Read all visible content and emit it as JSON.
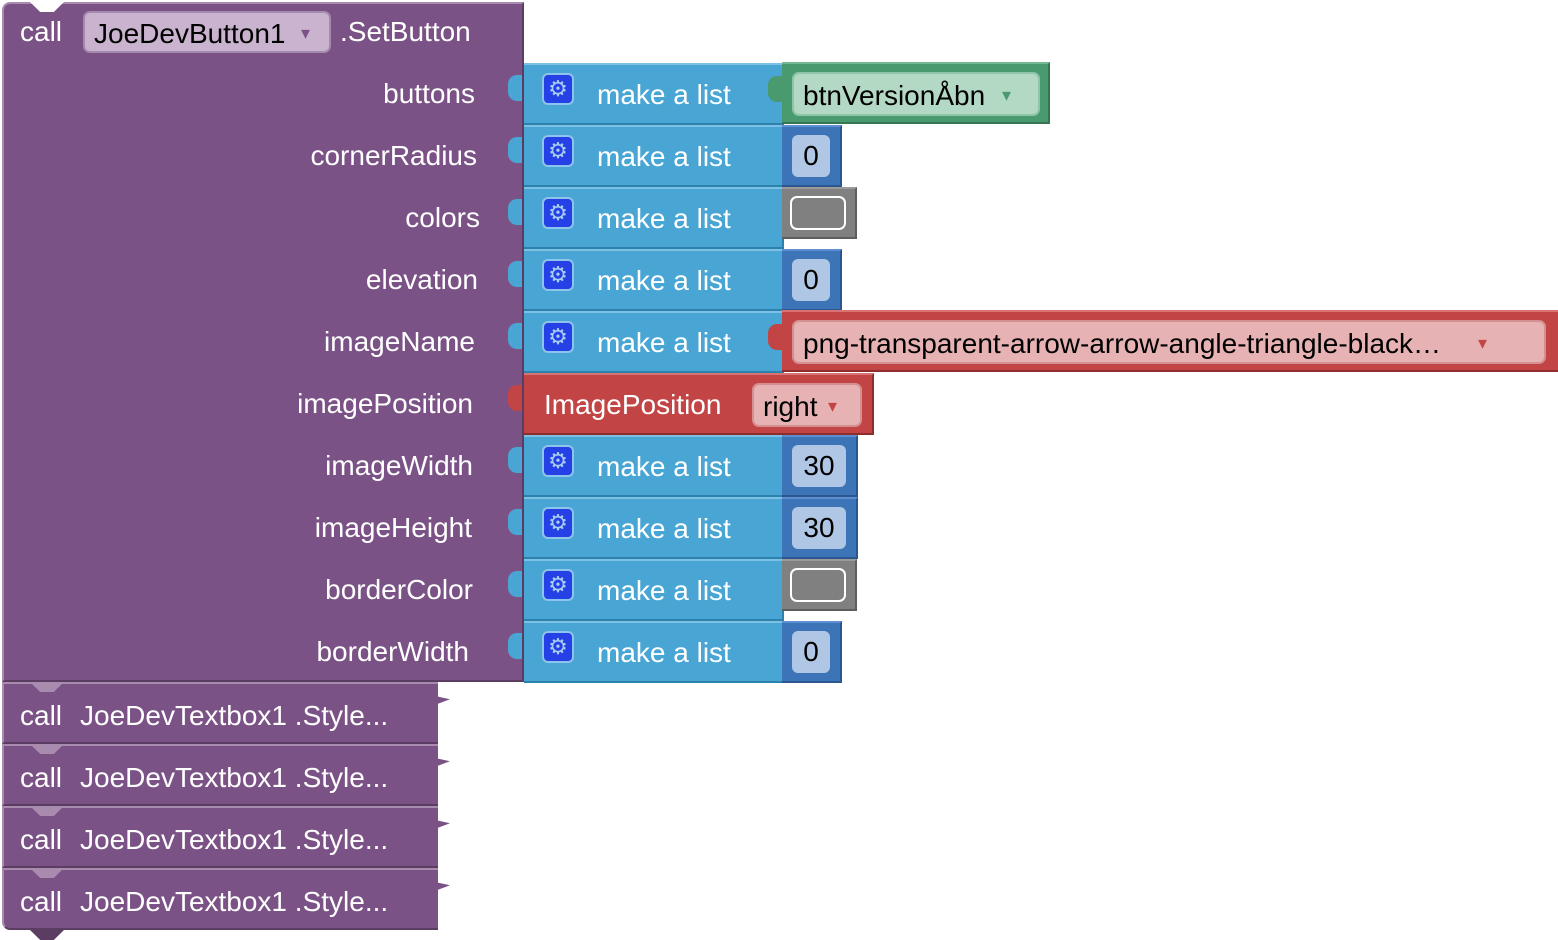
{
  "main_block": {
    "call_label": "call",
    "component": "JoeDevButton1",
    "method": ".SetButton",
    "params": [
      {
        "name": "buttons",
        "socket": "make a list",
        "value_type": "component",
        "value": "btnVersionÅbn"
      },
      {
        "name": "cornerRadius",
        "socket": "make a list",
        "value_type": "number",
        "value": "0"
      },
      {
        "name": "colors",
        "socket": "make a list",
        "value_type": "color",
        "value": ""
      },
      {
        "name": "elevation",
        "socket": "make a list",
        "value_type": "number",
        "value": "0"
      },
      {
        "name": "imageName",
        "socket": "make a list",
        "value_type": "text",
        "value": "png-transparent-arrow-arrow-angle-triangle-black…"
      },
      {
        "name": "imagePosition",
        "socket": "ImagePosition",
        "value_type": "enum",
        "value": "right"
      },
      {
        "name": "imageWidth",
        "socket": "make a list",
        "value_type": "number",
        "value": "30"
      },
      {
        "name": "imageHeight",
        "socket": "make a list",
        "value_type": "number",
        "value": "30"
      },
      {
        "name": "borderColor",
        "socket": "make a list",
        "value_type": "color",
        "value": ""
      },
      {
        "name": "borderWidth",
        "socket": "make a list",
        "value_type": "number",
        "value": "0"
      }
    ]
  },
  "dropdown_arrow": "▾",
  "gear_icon": "⚙",
  "collapsed_blocks": [
    {
      "call_label": "call",
      "text": "JoeDevTextbox1 .Style..."
    },
    {
      "call_label": "call",
      "text": "JoeDevTextbox1 .Style..."
    },
    {
      "call_label": "call",
      "text": "JoeDevTextbox1 .Style..."
    },
    {
      "call_label": "call",
      "text": "JoeDevTextbox1 .Style..."
    }
  ],
  "colors": {
    "procedure": "#7b5286",
    "list": "#49a6d4",
    "number": "#3d74b7",
    "component": "#4a9a6f",
    "text": "#c24444",
    "color_block": "#808080"
  }
}
